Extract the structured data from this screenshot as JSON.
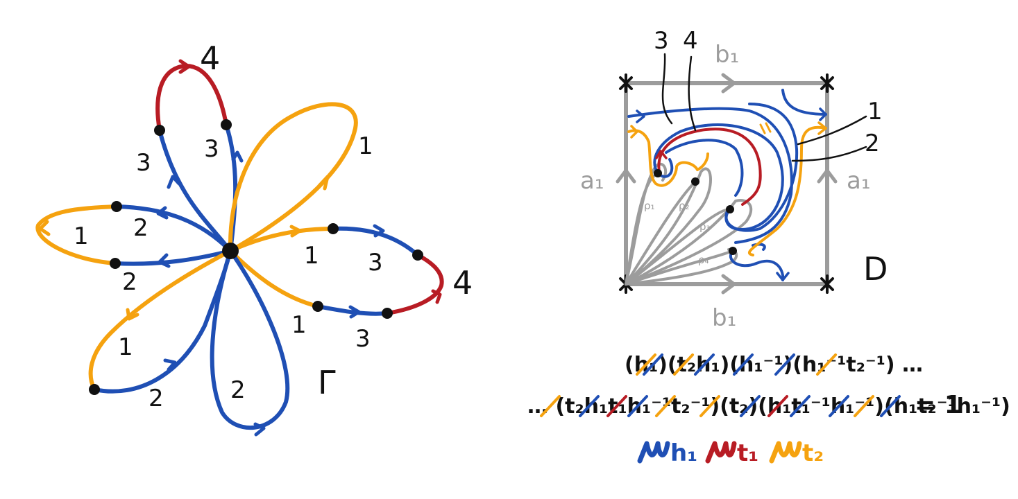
{
  "colors": {
    "blue": "#1f4fb4",
    "red": "#b81c24",
    "orange": "#f5a20f",
    "gray": "#9c9c9c",
    "black": "#111111"
  },
  "graph": {
    "name": "Γ",
    "petals": {
      "top": {
        "left": "3",
        "right": "3",
        "tip": "4"
      },
      "upper_right": {
        "label": "1"
      },
      "left": {
        "top": "2",
        "tip": "1",
        "bottom": "2"
      },
      "right": {
        "upper_1": "1",
        "upper_3": "3",
        "lower_1": "1",
        "lower_3": "3",
        "tip": "4"
      },
      "lower_left": {
        "upper": "1",
        "lower": "2"
      },
      "bottom": {
        "label": "2"
      }
    }
  },
  "disk": {
    "name": "D",
    "top_edge": "b₁",
    "bottom_edge": "b₁",
    "left_edge": "a₁",
    "right_edge": "a₁",
    "arcs": [
      "ρ₁",
      "ρ₂",
      "ρ₃",
      "ρ₄"
    ],
    "top_labels": [
      "3",
      "4"
    ],
    "right_labels": [
      "1",
      "2"
    ],
    "tick": "II"
  },
  "relation": {
    "line1": "(h₁)(t₂h₁)(h₁⁻¹)(h₁⁻¹t₂⁻¹) …",
    "line2_prefix": "… (t₂h₁t₁h₁⁻¹t₂⁻¹)(t₂)(h₁t₁⁻¹h₁⁻¹)(h₁t₂⁻¹h₁⁻¹)",
    "equals": "= 1"
  },
  "legend": [
    {
      "swatch": "blue",
      "label": "h₁"
    },
    {
      "swatch": "red",
      "label": "t₁"
    },
    {
      "swatch": "orange",
      "label": "t₂"
    }
  ]
}
